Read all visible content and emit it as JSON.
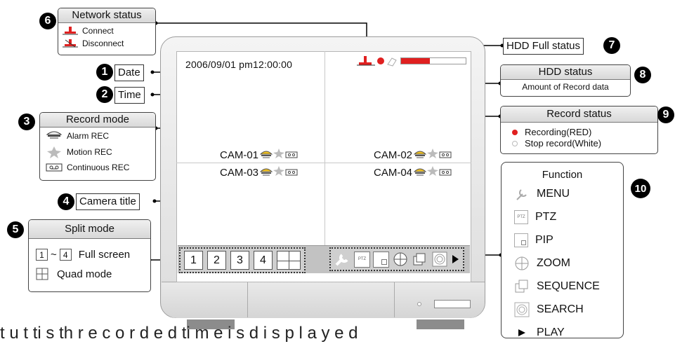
{
  "colors": {
    "recording": "#e02020",
    "hdd_bar": "#e02020",
    "screen_bg": "#ffffff",
    "panel_header": "#e0e0e0"
  },
  "monitor": {
    "date": "2006/09/01",
    "time": "pm12:00:00",
    "cameras": [
      {
        "title": "CAM-01",
        "icons": [
          "alarm-icon",
          "motion-icon",
          "continuous-icon"
        ]
      },
      {
        "title": "CAM-02",
        "icons": [
          "alarm-icon",
          "motion-icon",
          "continuous-icon"
        ]
      },
      {
        "title": "CAM-03",
        "icons": [
          "alarm-icon",
          "motion-icon",
          "continuous-icon"
        ]
      },
      {
        "title": "CAM-04",
        "icons": [
          "alarm-icon",
          "motion-icon",
          "continuous-icon"
        ]
      }
    ],
    "hdd_fill_fraction": 0.45,
    "toolbar": {
      "split_keys": [
        "1",
        "2",
        "3",
        "4"
      ],
      "fn_icons": [
        "wrench-icon",
        "ptz-icon",
        "pip-icon",
        "zoom-icon",
        "sequence-icon",
        "search-icon",
        "play-icon"
      ],
      "ptz_text": "PTZ"
    }
  },
  "callouts": {
    "network": {
      "number": "6",
      "title": "Network status",
      "items": [
        "Connect",
        "Disconnect"
      ]
    },
    "date": {
      "number": "1",
      "label": "Date"
    },
    "time": {
      "number": "2",
      "label": "Time"
    },
    "record_mode": {
      "number": "3",
      "title": "Record mode",
      "items": [
        "Alarm REC",
        "Motion REC",
        "Continuous REC"
      ]
    },
    "camera_title": {
      "number": "4",
      "label": "Camera title"
    },
    "split_mode": {
      "number": "5",
      "title": "Split mode",
      "key_from": "1",
      "tilde": "~",
      "key_to": "4",
      "full_label": "Full screen",
      "quad_label": "Quad mode"
    },
    "hdd_full": {
      "number": "7",
      "label": "HDD Full status"
    },
    "hdd_status": {
      "number": "8",
      "title": "HDD status",
      "desc": "Amount of Record data"
    },
    "record_status": {
      "number": "9",
      "title": "Record status",
      "items": [
        "Recording(RED)",
        "Stop record(White)"
      ]
    },
    "function": {
      "number": "10",
      "title": "Function",
      "items": [
        "MENU",
        "PTZ",
        "PIP",
        "ZOOM",
        "SEQUENCE",
        "SEARCH",
        "PLAY"
      ]
    }
  },
  "bottom_text": "t                        u     t     ti          s   th       r  e  c  o  r  d  e  d   ti  m  e   i  s   d  i  s  p  l  a  y  e  d"
}
